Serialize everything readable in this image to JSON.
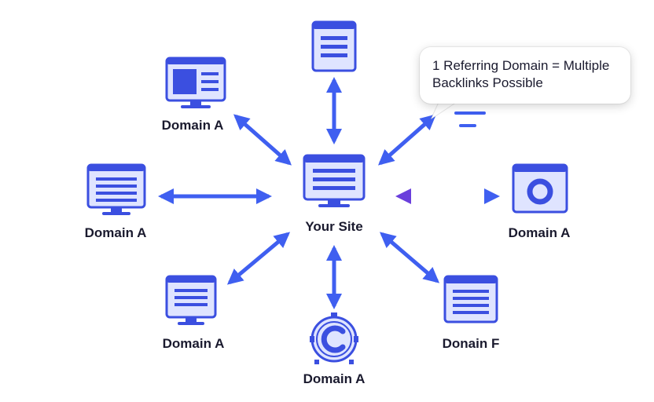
{
  "center": {
    "label": "Your Site"
  },
  "nodes": [
    {
      "label": "",
      "icon": "browser-window-icon"
    },
    {
      "label": "Domain A",
      "icon": "monitor-icon"
    },
    {
      "label": "Domain A",
      "icon": "monitor-icon"
    },
    {
      "label": "Domain A",
      "icon": "monitor-icon"
    },
    {
      "label": "Domain A",
      "icon": "copyright-icon"
    },
    {
      "label": "Donain F",
      "icon": "browser-window-icon"
    },
    {
      "label": "Domain A",
      "icon": "browser-window-icon"
    }
  ],
  "callout": {
    "line1": "1 Referring Domain = Multiple",
    "line2": "Backlinks Possible",
    "icon": "text-lines-icon"
  },
  "colors": {
    "accent": "#3b4fe0",
    "accent_light": "#dfe4ff",
    "arrow": "#3f5ff0",
    "arrow_purple": "#6a3fdc"
  }
}
